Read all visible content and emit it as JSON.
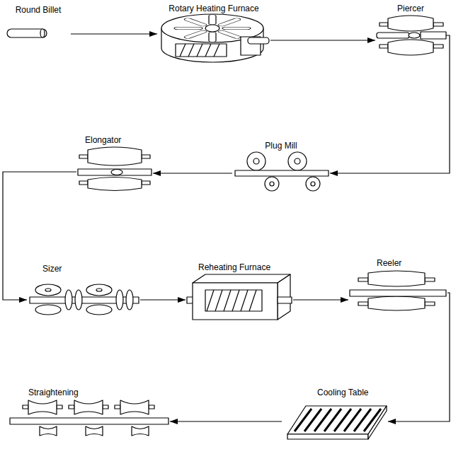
{
  "diagram": {
    "nodes": [
      {
        "text": [
          "Round Billet"
        ]
      },
      {
        "text": [
          "Rotary Heating Furnace"
        ]
      },
      {
        "text": [
          "Piercer"
        ]
      },
      {
        "text": [
          "Plug Mill"
        ]
      },
      {
        "text": [
          "Elongator"
        ]
      },
      {
        "text": [
          "Sizer"
        ]
      },
      {
        "text": [
          "Reheating Furnace"
        ]
      },
      {
        "text": [
          "Reeler"
        ]
      },
      {
        "text": [
          "Cooling Table"
        ]
      },
      {
        "text": [
          "Straightening"
        ]
      }
    ],
    "edges": [
      {
        "from": 0,
        "to": 1,
        "arrow": "to"
      },
      {
        "from": 1,
        "to": 2,
        "arrow": "to"
      },
      {
        "from": 2,
        "to": 3,
        "arrow": "to"
      },
      {
        "from": 3,
        "to": 4,
        "arrow": "to"
      },
      {
        "from": 4,
        "to": 5,
        "arrow": "to"
      },
      {
        "from": 5,
        "to": 6,
        "arrow": "to"
      },
      {
        "from": 6,
        "to": 7,
        "arrow": "to"
      },
      {
        "from": 7,
        "to": 8,
        "arrow": "to"
      },
      {
        "from": 8,
        "to": 9,
        "arrow": "to"
      }
    ]
  }
}
